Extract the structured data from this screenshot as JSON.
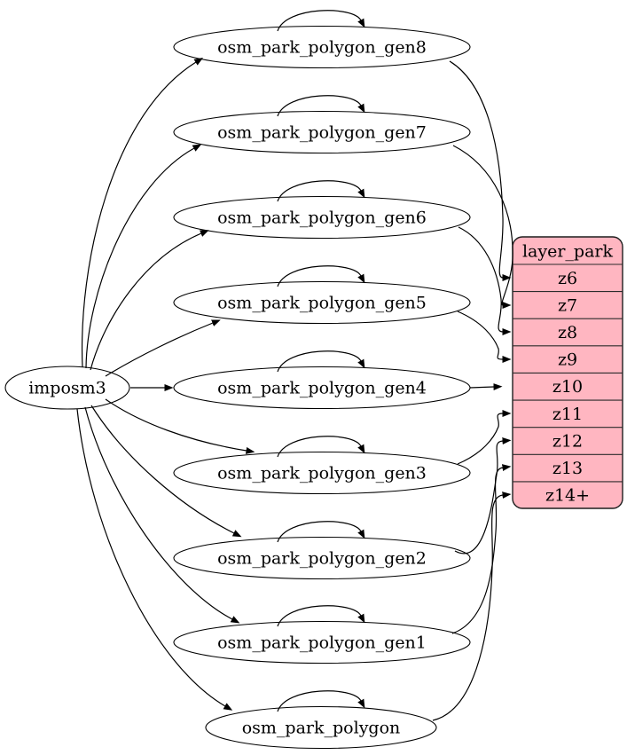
{
  "diagram": {
    "source_node": {
      "id": "imposm3",
      "label": "imposm3"
    },
    "nodes": [
      {
        "label": "osm_park_polygon_gen8",
        "target_row": "z6",
        "self_loop": true
      },
      {
        "label": "osm_park_polygon_gen7",
        "target_row": "z7",
        "self_loop": true
      },
      {
        "label": "osm_park_polygon_gen6",
        "target_row": "z8",
        "self_loop": true
      },
      {
        "label": "osm_park_polygon_gen5",
        "target_row": "z9",
        "self_loop": true
      },
      {
        "label": "osm_park_polygon_gen4",
        "target_row": "z10",
        "self_loop": true
      },
      {
        "label": "osm_park_polygon_gen3",
        "target_row": "z11",
        "self_loop": true
      },
      {
        "label": "osm_park_polygon_gen2",
        "target_row": "z12",
        "self_loop": true
      },
      {
        "label": "osm_park_polygon_gen1",
        "target_row": "z13",
        "self_loop": true
      },
      {
        "label": "osm_park_polygon",
        "target_row": "z14+",
        "self_loop": true
      }
    ],
    "layer_table": {
      "title": "layer_park",
      "rows": [
        "z6",
        "z7",
        "z8",
        "z9",
        "z10",
        "z11",
        "z12",
        "z13",
        "z14+"
      ],
      "fill_color": "#ffb6c1",
      "border_color": "#1f1f1f"
    },
    "edges": [
      {
        "from": "imposm3",
        "to": "osm_park_polygon_gen8"
      },
      {
        "from": "imposm3",
        "to": "osm_park_polygon_gen7"
      },
      {
        "from": "imposm3",
        "to": "osm_park_polygon_gen6"
      },
      {
        "from": "imposm3",
        "to": "osm_park_polygon_gen5"
      },
      {
        "from": "imposm3",
        "to": "osm_park_polygon_gen4"
      },
      {
        "from": "imposm3",
        "to": "osm_park_polygon_gen3"
      },
      {
        "from": "imposm3",
        "to": "osm_park_polygon_gen2"
      },
      {
        "from": "imposm3",
        "to": "osm_park_polygon_gen1"
      },
      {
        "from": "imposm3",
        "to": "osm_park_polygon"
      },
      {
        "from": "osm_park_polygon_gen8",
        "to": "osm_park_polygon_gen8"
      },
      {
        "from": "osm_park_polygon_gen7",
        "to": "osm_park_polygon_gen7"
      },
      {
        "from": "osm_park_polygon_gen6",
        "to": "osm_park_polygon_gen6"
      },
      {
        "from": "osm_park_polygon_gen5",
        "to": "osm_park_polygon_gen5"
      },
      {
        "from": "osm_park_polygon_gen4",
        "to": "osm_park_polygon_gen4"
      },
      {
        "from": "osm_park_polygon_gen3",
        "to": "osm_park_polygon_gen3"
      },
      {
        "from": "osm_park_polygon_gen2",
        "to": "osm_park_polygon_gen2"
      },
      {
        "from": "osm_park_polygon_gen1",
        "to": "osm_park_polygon_gen1"
      },
      {
        "from": "osm_park_polygon",
        "to": "osm_park_polygon"
      },
      {
        "from": "osm_park_polygon_gen8",
        "to": "layer_park.z6"
      },
      {
        "from": "osm_park_polygon_gen7",
        "to": "layer_park.z7"
      },
      {
        "from": "osm_park_polygon_gen6",
        "to": "layer_park.z8"
      },
      {
        "from": "osm_park_polygon_gen5",
        "to": "layer_park.z9"
      },
      {
        "from": "osm_park_polygon_gen4",
        "to": "layer_park.z10"
      },
      {
        "from": "osm_park_polygon_gen3",
        "to": "layer_park.z11"
      },
      {
        "from": "osm_park_polygon_gen2",
        "to": "layer_park.z12"
      },
      {
        "from": "osm_park_polygon_gen1",
        "to": "layer_park.z13"
      },
      {
        "from": "osm_park_polygon",
        "to": "layer_park.z14+"
      }
    ]
  }
}
